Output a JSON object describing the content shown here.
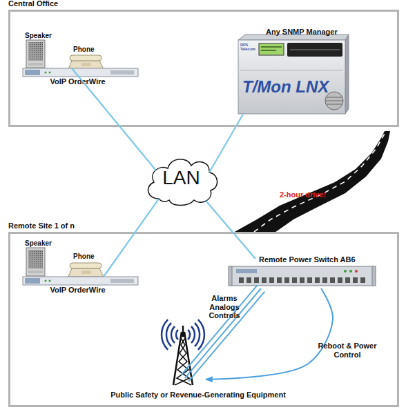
{
  "diagram": {
    "nodes": [
      {
        "text": [
          "Central Office"
        ]
      },
      {
        "text": [
          "Speaker"
        ],
        "in": 0
      },
      {
        "text": [
          "Phone"
        ],
        "in": 0
      },
      {
        "text": [
          "VoIP OrderWire"
        ],
        "in": 0
      },
      {
        "text": [
          "Any SNMP Manager",
          "DPS Telecom",
          "T/Mon LNX"
        ],
        "in": 0
      },
      {
        "text": [
          "LAN"
        ]
      },
      {
        "text": [
          "Remote Site 1 of n"
        ]
      },
      {
        "text": [
          "Speaker"
        ],
        "in": 6
      },
      {
        "text": [
          "Phone"
        ],
        "in": 6
      },
      {
        "text": [
          "VoIP OrderWire"
        ],
        "in": 6
      },
      {
        "text": [
          "Remote Power Switch AB6"
        ],
        "in": 6
      },
      {
        "text": [
          "Public Safety or Revenue-Generating Equipment"
        ],
        "in": 6
      }
    ],
    "edges": [
      {
        "from": 3,
        "to": 5,
        "arrow": "none"
      },
      {
        "from": 4,
        "to": 5,
        "arrow": "none"
      },
      {
        "from": 9,
        "to": 5,
        "arrow": "none"
      },
      {
        "from": 10,
        "to": 5,
        "arrow": "none"
      },
      {
        "from": 10,
        "to": 11,
        "label": "Alarms Analogs Controls",
        "arrow": "none"
      },
      {
        "from": 10,
        "to": 11,
        "label": "Reboot & Power Control",
        "arrow": "to"
      }
    ],
    "labels": [
      "2-hour drive!"
    ]
  }
}
